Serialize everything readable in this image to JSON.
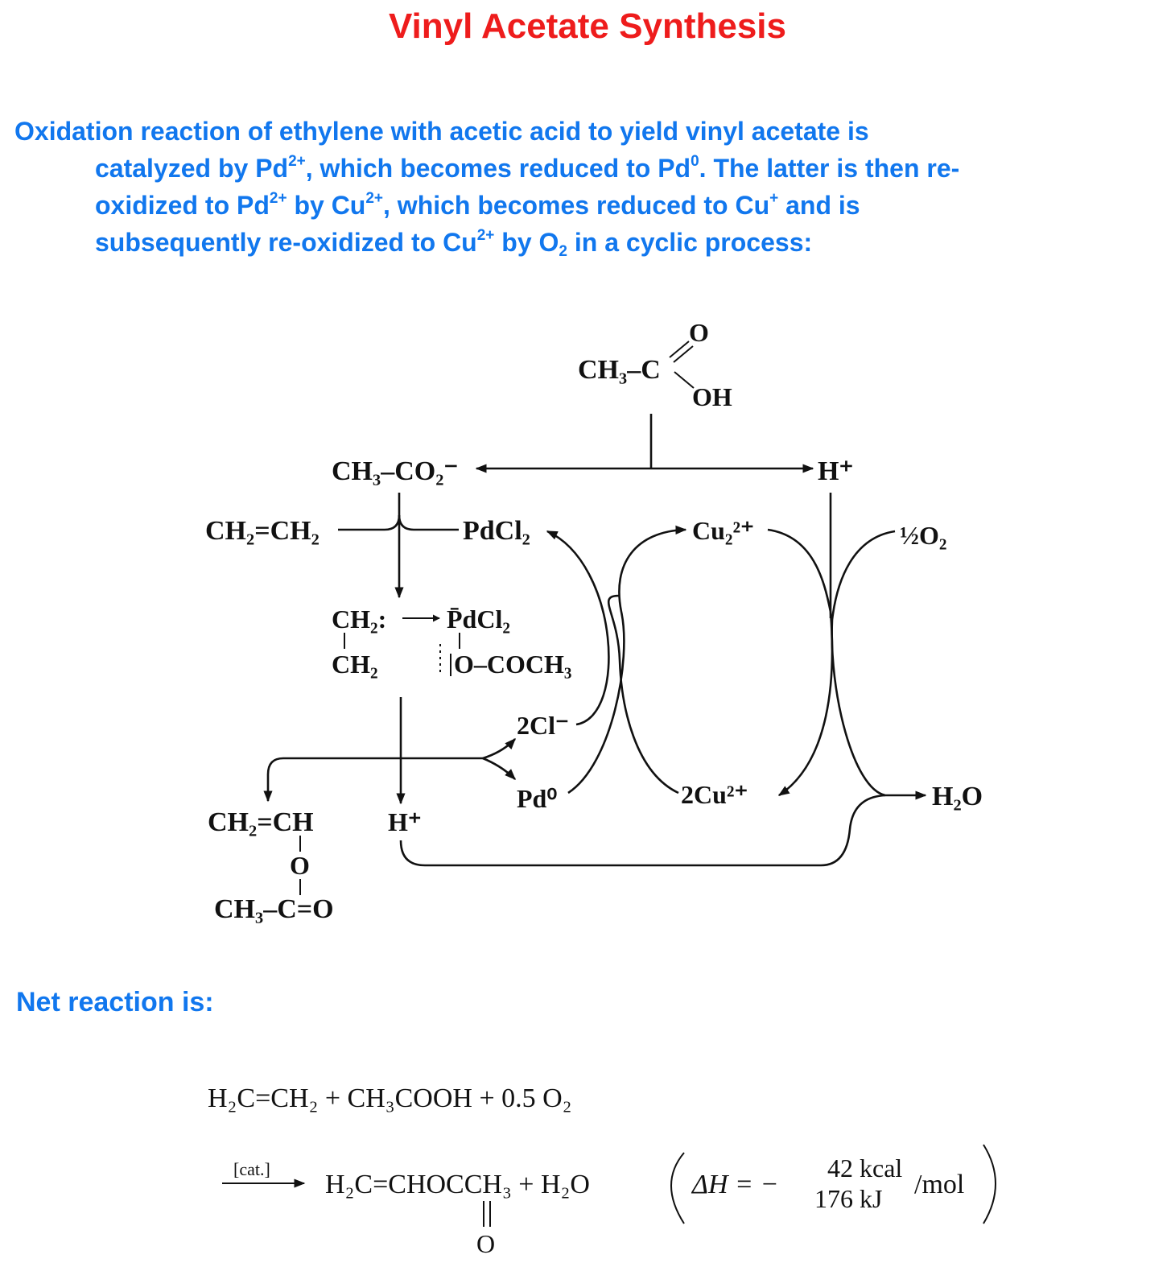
{
  "title": "Vinyl Acetate Synthesis",
  "intro": {
    "l1": "Oxidation reaction of ethylene with acetic acid to yield vinyl acetate is",
    "l2a": "catalyzed by Pd",
    "l2b": ", which becomes reduced to Pd",
    "l2c": ".  The latter is then re-",
    "l3a": "oxidized to Pd",
    "l3b": " by Cu",
    "l3c": ", which becomes reduced to Cu",
    "l3d": " and is",
    "l4a": "subsequently re-oxidized to Cu",
    "l4b": " by O",
    "l4c": " in a cyclic process:",
    "sup_2plus": "2+",
    "sup_0": "0",
    "sup_plus": "+",
    "sub_2": "2"
  },
  "scheme": {
    "acetic_ch3c": "CH₃–C",
    "acetic_o": "O",
    "acetic_oh": "OH",
    "acetate": "CH₃–CO₂⁻",
    "hplus_top": "H⁺",
    "ethylene": "CH₂=CH₂",
    "pdcl2": "PdCl₂",
    "cu2_top": "Cu₂²⁺",
    "half_o2": "½O₂",
    "complex_ch2_top": "CH₂:",
    "complex_ch2_bottom": "CH₂",
    "complex_pdcl2": "P̄dCl₂",
    "complex_ococh3": "O–COCH₃",
    "two_cl": "2Cl⁻",
    "pd0": "Pd⁰",
    "two_cu": "2Cu²⁺",
    "water": "H₂O",
    "hplus_bottom": "H⁺",
    "va_top": "CH₂=CH",
    "va_o": "O",
    "va_bottom": "CH₃–C=O"
  },
  "net_label": "Net reaction is:",
  "net": {
    "reactants": "H₂C=CH₂  +  CH₃COOH  +  0.5 O₂",
    "cat": "[cat.]",
    "products": "H₂C=CHOCCH₃  +  H₂O",
    "carbonyl_o": "O",
    "dh": "ΔH  =  −",
    "kcal": "42 kcal",
    "kj": "176 kJ",
    "permol": "/mol"
  },
  "colors": {
    "title": "#ee1c1c",
    "text": "#1177ee",
    "ink": "#111111"
  }
}
